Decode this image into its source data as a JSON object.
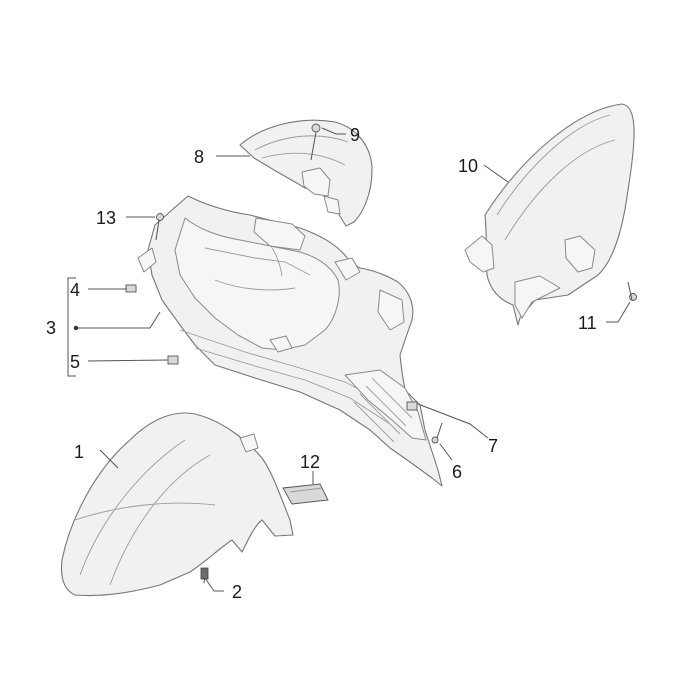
{
  "callouts": [
    {
      "id": "c1",
      "text": "1"
    },
    {
      "id": "c2",
      "text": "2"
    },
    {
      "id": "c3",
      "text": "3"
    },
    {
      "id": "c4",
      "text": "4"
    },
    {
      "id": "c5",
      "text": "5"
    },
    {
      "id": "c6",
      "text": "6"
    },
    {
      "id": "c7",
      "text": "7"
    },
    {
      "id": "c8",
      "text": "8"
    },
    {
      "id": "c9",
      "text": "9"
    },
    {
      "id": "c10",
      "text": "10"
    },
    {
      "id": "c11",
      "text": "11"
    },
    {
      "id": "c12",
      "text": "12"
    },
    {
      "id": "c13",
      "text": "13"
    }
  ],
  "colors": {
    "line": "#777777",
    "fill": "#f1f1f1",
    "text": "#1a1a1a"
  }
}
